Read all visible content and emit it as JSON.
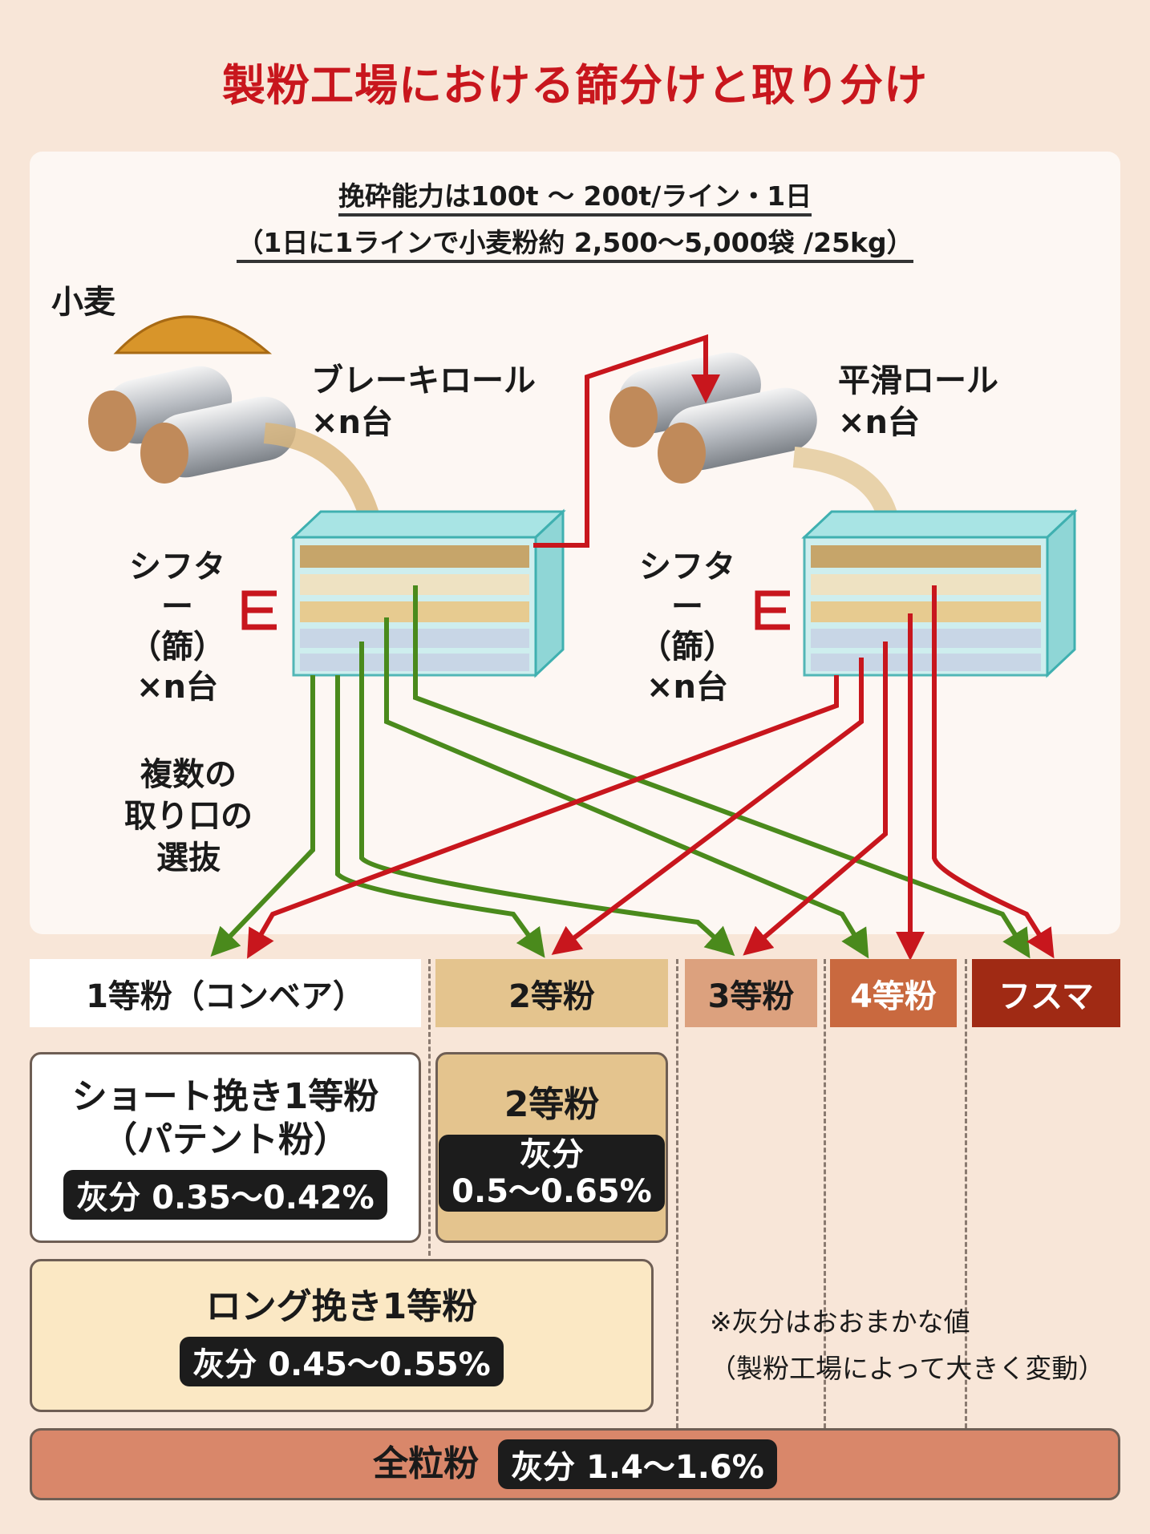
{
  "title": "製粉工場における篩分けと取り分け",
  "header": {
    "line1": "挽砕能力は100t 〜 200t/ライン・1日",
    "line2": "（1日に1ラインで小麦粉約 2,500〜5,000袋 /25kg）"
  },
  "labels": {
    "wheat": "小麦",
    "break_roll": "ブレーキロール",
    "break_roll_count": "×n台",
    "smooth_roll": "平滑ロール",
    "smooth_roll_count": "×n台",
    "sifter1": "シフター",
    "sifter1_sub": "（篩）",
    "sifter1_count": "×n台",
    "sifter2": "シフター",
    "sifter2_sub": "（篩）",
    "sifter2_count": "×n台",
    "selection": [
      "複数の",
      "取り口の",
      "選抜"
    ]
  },
  "categories": [
    {
      "label": "1等粉（コンベア）",
      "color": "#ffffff"
    },
    {
      "label": "2等粉",
      "color": "#e4c48e"
    },
    {
      "label": "3等粉",
      "color": "#dca17e"
    },
    {
      "label": "4等粉",
      "color": "#c9693f"
    },
    {
      "label": "フスマ",
      "color": "#a02a14"
    }
  ],
  "products": {
    "short": {
      "title1": "ショート挽き1等粉",
      "title2": "（パテント粉）",
      "ash": "灰分 0.35〜0.42%"
    },
    "second": {
      "title": "2等粉",
      "ash1": "灰分",
      "ash2": "0.5〜0.65%"
    },
    "long": {
      "title": "ロング挽き1等粉",
      "ash": "灰分 0.45〜0.55%"
    },
    "whole": {
      "title": "全粒粉",
      "ash": "灰分 1.4〜1.6%"
    }
  },
  "note": {
    "line1": "※灰分はおおまかな値",
    "line2": "（製粉工場によって大きく変動）"
  },
  "colors": {
    "title": "#c8161d",
    "green_arrow": "#4a8a1c",
    "red_arrow": "#c8161d",
    "sifter": "#5ec8c8"
  }
}
